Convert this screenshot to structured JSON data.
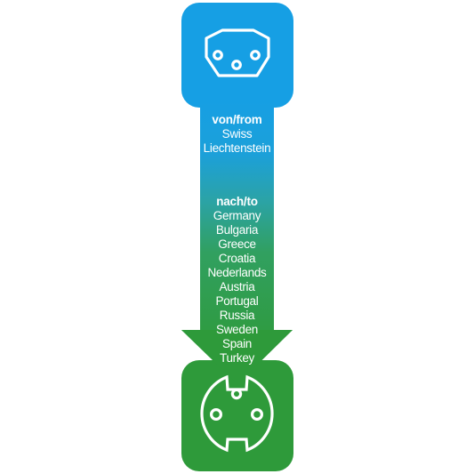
{
  "from_section": {
    "heading": "von/from",
    "countries": [
      "Swiss",
      "Liechtenstein"
    ]
  },
  "to_section": {
    "heading": "nach/to",
    "countries": [
      "Germany",
      "Bulgaria",
      "Greece",
      "Croatia",
      "Nederlands",
      "Austria",
      "Portugal",
      "Russia",
      "Sweden",
      "Spain",
      "Turkey"
    ]
  },
  "icons": {
    "source_plug": "swiss-type-j-socket-icon",
    "target_plug": "schuko-type-f-socket-icon"
  },
  "colors": {
    "top_blue": "#169FE4",
    "bottom_green": "#2E9A3A",
    "icon_stroke": "#ffffff"
  }
}
